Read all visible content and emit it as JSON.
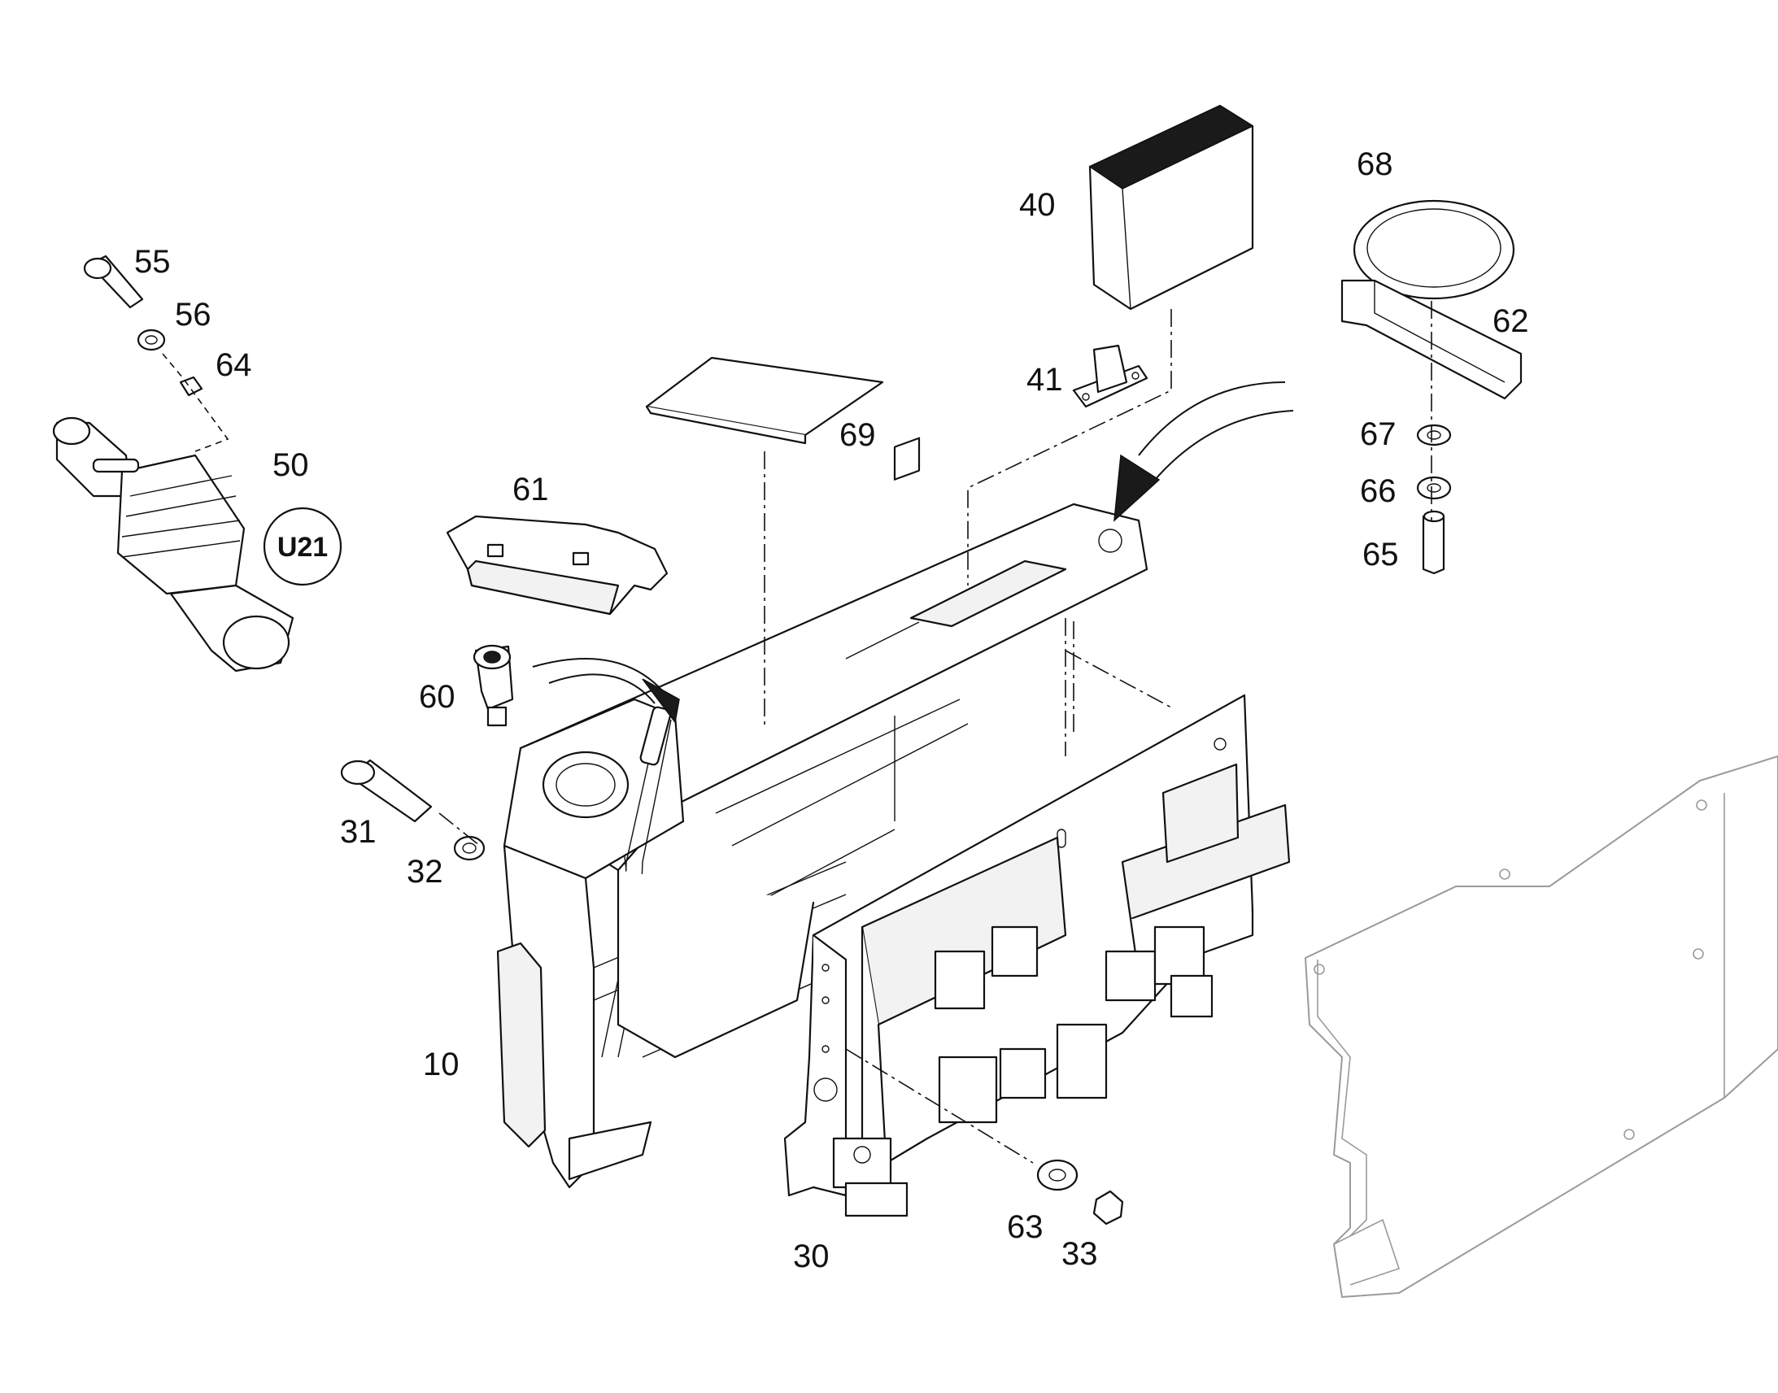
{
  "callouts": {
    "c10": "10",
    "c30": "30",
    "c31": "31",
    "c32": "32",
    "c33": "33",
    "c40": "40",
    "c41": "41",
    "c50": "50",
    "c55": "55",
    "c56": "56",
    "c60": "60",
    "c61": "61",
    "c62": "62",
    "c63": "63",
    "c64": "64",
    "c65": "65",
    "c66": "66",
    "c67": "67",
    "c68": "68",
    "c69": "69"
  },
  "reference_badge": "U21"
}
